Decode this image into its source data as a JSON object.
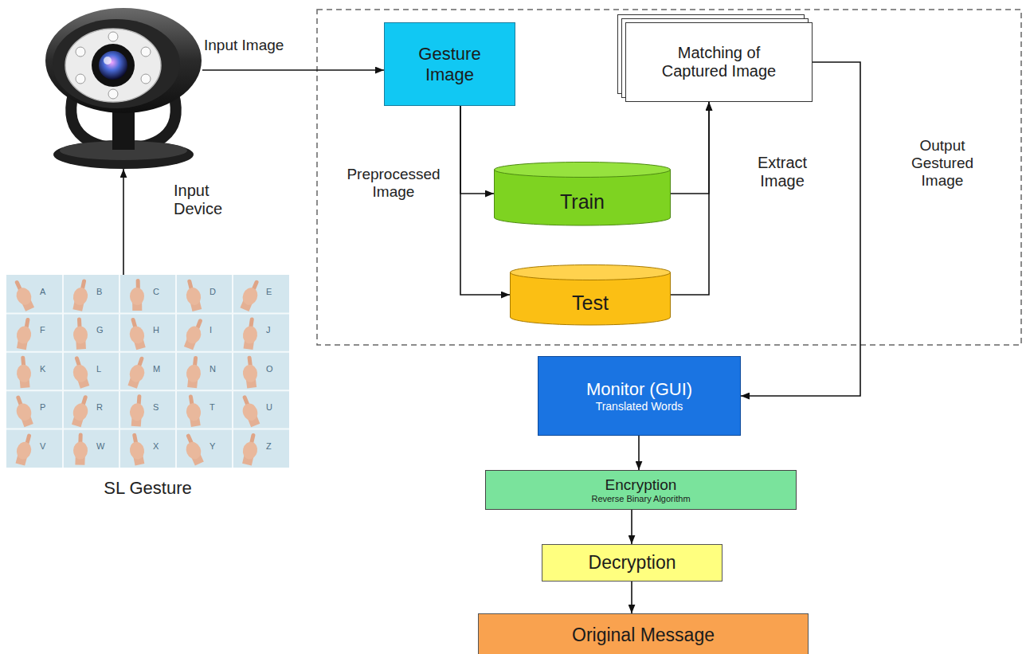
{
  "diagram": {
    "nodes": [
      {
        "text": [
          "Input Device"
        ]
      },
      {
        "text": [
          "Gesture Image"
        ]
      },
      {
        "text": [
          "Matching of Captured Image"
        ]
      },
      {
        "text": [
          "Train"
        ]
      },
      {
        "text": [
          "Test"
        ]
      },
      {
        "text": [
          "A",
          "B",
          "C",
          "D",
          "E",
          "F",
          "G",
          "H",
          "I",
          "J",
          "K",
          "L",
          "M",
          "N",
          "O",
          "P",
          "R",
          "S",
          "T",
          "U",
          "V",
          "W",
          "X",
          "Y",
          "Z",
          "SL Gesture"
        ]
      },
      {
        "text": [
          "Monitor (GUI)",
          "Translated Words"
        ]
      },
      {
        "text": [
          "Encryption",
          "Reverse Binary Algorithm"
        ]
      },
      {
        "text": [
          "Decryption"
        ]
      },
      {
        "text": [
          "Original Message"
        ]
      }
    ],
    "edges": [
      {
        "from": 5,
        "to": 0,
        "arrow": "to"
      },
      {
        "from": 0,
        "to": 1,
        "label": "Input Image",
        "arrow": "to"
      },
      {
        "from": 1,
        "to": 3,
        "label": "Preprocessed Image",
        "arrow": "to"
      },
      {
        "from": 1,
        "to": 4,
        "arrow": "to"
      },
      {
        "from": 3,
        "to": 2,
        "label": "Extract Image",
        "arrow": "to"
      },
      {
        "from": 4,
        "to": 2,
        "arrow": "to"
      },
      {
        "from": 2,
        "to": 6,
        "label": "Output Gestured Image",
        "arrow": "to"
      },
      {
        "from": 6,
        "to": 7,
        "arrow": "to"
      },
      {
        "from": 7,
        "to": 8,
        "arrow": "to"
      },
      {
        "from": 8,
        "to": 9,
        "arrow": "to"
      }
    ]
  }
}
